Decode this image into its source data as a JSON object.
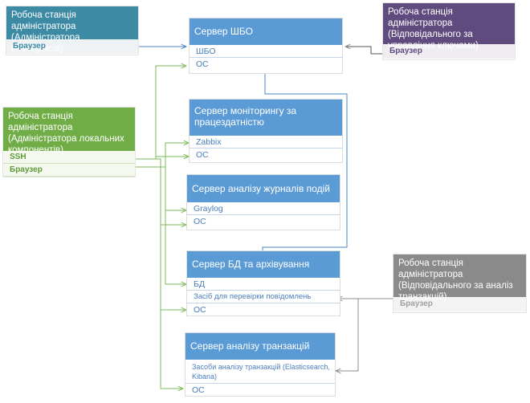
{
  "workstations": {
    "webservices": {
      "title": "Робоча станція адміністратора (Адміністратора вебсервісів)",
      "browser": "Браузер"
    },
    "keys": {
      "title": "Робоча станція адміністратора (Відповідального за управління ключами)",
      "browser": "Браузер"
    },
    "local": {
      "title": "Робоча станція адміністратора (Адміністратора локальних компонентів)",
      "ssh": "SSH",
      "browser": "Браузер"
    },
    "analysis": {
      "title": "Робоча станція адміністратора (Відповідального за аналіз транзакцій)",
      "browser": "Браузер"
    }
  },
  "servers": {
    "shbo": {
      "title": "Сервер ШБО",
      "items": [
        "ШБО",
        "ОС"
      ]
    },
    "monitoring": {
      "title": "Сервер моніторингу за працездатністю",
      "items": [
        "Zabbix",
        "ОС"
      ]
    },
    "logs": {
      "title": "Сервер аналізу журналів подій",
      "items": [
        "Graylog",
        "ОС"
      ]
    },
    "db": {
      "title": "Сервер БД та архівування",
      "items": [
        "БД",
        "Засіб для перевірки повідомлень",
        "ОС"
      ]
    },
    "transactions": {
      "title": "Сервер аналізу транзакцій",
      "items": [
        "Засоби аналізу транзакцій (Elasticsearch, Kibana)",
        "ОС"
      ]
    }
  },
  "colors": {
    "server_header": "#5b9bd5",
    "teal": "#3d8aa4",
    "purple": "#5f4b7e",
    "green": "#71ad47",
    "gray": "#8a8a8a",
    "connector_blue": "#4a86c6",
    "connector_green": "#7dbb5a",
    "connector_gray": "#8c8c8c"
  }
}
